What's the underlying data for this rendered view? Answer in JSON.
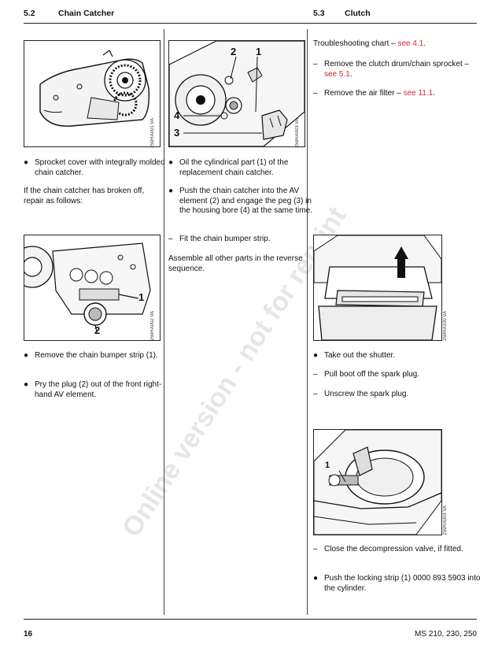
{
  "header": {
    "left_num": "5.2",
    "left_title": "Chain Catcher",
    "right_num": "5.3",
    "right_title": "Clutch"
  },
  "figures": {
    "f1_code": "259RA001 VA",
    "f2_code": "259RA003 VA",
    "f2_labels": [
      "2",
      "1",
      "4",
      "3"
    ],
    "f3_code": "259RA002 VA",
    "f3_labels": [
      "1",
      "2"
    ],
    "f4_code": "259RA100 VA",
    "f5_code": "259RA003 VA",
    "f5_labels": [
      "1"
    ]
  },
  "col1": {
    "p1": "Sprocket cover with integrally molded chain catcher.",
    "p2": "If the chain catcher has broken off, repair as follows:",
    "p3": "Remove the chain bumper strip (1).",
    "p4": "Pry the plug (2) out of the front right-hand AV element."
  },
  "col2": {
    "p1": "Oil the cylindrical part (1) of the replacement chain catcher.",
    "p2": "Push the chain catcher into the AV element (2) and engage the peg (3) in the housing bore (4) at the same time.",
    "p3": "Fit the chain bumper strip.",
    "p4": "Assemble all other parts in the reverse sequence."
  },
  "col3": {
    "p1_pre": "Troubleshooting chart – ",
    "p1_link": "see 4.1",
    "p1_post": ".",
    "p2_pre": "Remove the clutch drum/chain sprocket – ",
    "p2_link": "see 5.1",
    "p2_post": ".",
    "p3_pre": "Remove the air filter – ",
    "p3_link": "see 11.1",
    "p3_post": ".",
    "p4": "Take out the shutter.",
    "p5": "Pull boot off the spark plug.",
    "p6": "Unscrew the spark plug.",
    "p7": "Close the decompression valve, if fitted.",
    "p8": "Push the locking strip (1) 0000 893 5903 into the cylinder."
  },
  "marks": {
    "bullet": "●",
    "dash": "–"
  },
  "watermark": "Online version - not for reprint",
  "footer": {
    "page": "16",
    "model": "MS 210, 230, 250"
  }
}
